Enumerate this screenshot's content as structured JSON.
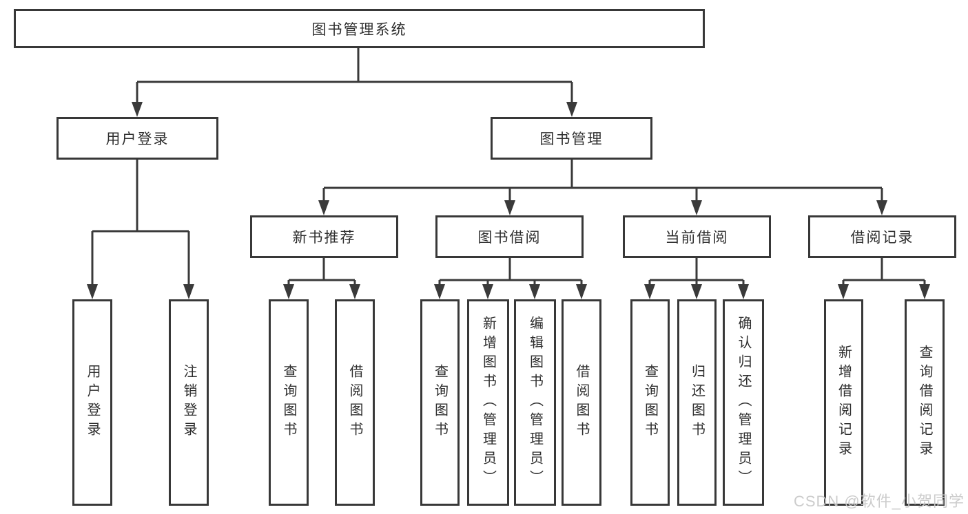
{
  "diagram": {
    "root": {
      "label": "图书管理系统",
      "children": [
        {
          "label": "用户登录",
          "children": [
            {
              "label": "用户登录"
            },
            {
              "label": "注销登录"
            }
          ]
        },
        {
          "label": "图书管理",
          "children": [
            {
              "label": "新书推荐",
              "children": [
                {
                  "label": "查询图书"
                },
                {
                  "label": "借阅图书"
                }
              ]
            },
            {
              "label": "图书借阅",
              "children": [
                {
                  "label": "查询图书"
                },
                {
                  "label": "新增图书（管理员）"
                },
                {
                  "label": "编辑图书（管理员）"
                },
                {
                  "label": "借阅图书"
                }
              ]
            },
            {
              "label": "当前借阅",
              "children": [
                {
                  "label": "查询图书"
                },
                {
                  "label": "归还图书"
                },
                {
                  "label": "确认归还（管理员）"
                }
              ]
            },
            {
              "label": "借阅记录",
              "children": [
                {
                  "label": "新增借阅记录"
                },
                {
                  "label": "查询借阅记录"
                }
              ]
            }
          ]
        }
      ]
    }
  },
  "watermark": {
    "text": "CSDN @软件_小贺同学"
  },
  "colors": {
    "line": "#3a3a3a",
    "box_border": "#383838",
    "text": "#2e2e2e",
    "background": "#ffffff",
    "watermark": "#c9c9c9"
  }
}
